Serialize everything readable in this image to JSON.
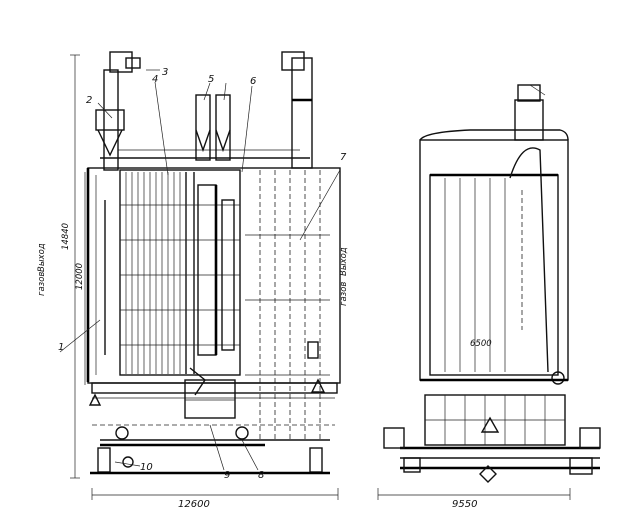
{
  "callouts": {
    "c1a": "1",
    "c1b": "1",
    "c2": "2",
    "c3": "3",
    "c4": "4",
    "c5": "5",
    "c6": "6",
    "c7": "7",
    "c8": "8",
    "c9": "9",
    "c10": "10"
  },
  "dimensions": {
    "total_height": "14840",
    "height_inner": "12000",
    "width_left": "12600",
    "width_right": "9550",
    "inner_right": "6500"
  },
  "flows": {
    "left_top": "Выход",
    "left_bottom": "газов",
    "right_top": "Выход",
    "right_bottom": "газов"
  }
}
